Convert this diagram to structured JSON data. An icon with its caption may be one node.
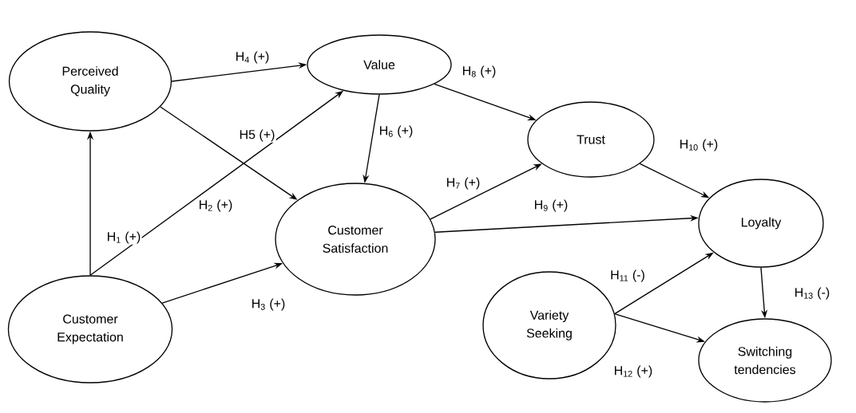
{
  "diagram": {
    "nodes": [
      {
        "text": [
          "Perceived Quality"
        ]
      },
      {
        "text": [
          "Value"
        ]
      },
      {
        "text": [
          "Trust"
        ]
      },
      {
        "text": [
          "Customer Satisfaction"
        ]
      },
      {
        "text": [
          "Loyalty"
        ]
      },
      {
        "text": [
          "Customer Expectation"
        ]
      },
      {
        "text": [
          "Variety Seeking"
        ]
      },
      {
        "text": [
          "Switching tendencies"
        ]
      }
    ],
    "edges": [
      {
        "from": 0,
        "to": 1,
        "arrow": "to",
        "label": "H$_{4}$ (+)"
      },
      {
        "from": 0,
        "to": 3,
        "arrow": "to",
        "label": "H5 (+)"
      },
      {
        "from": 5,
        "to": 0,
        "arrow": "to",
        "label": "H$_{1}$ (+)"
      },
      {
        "from": 5,
        "to": 1,
        "arrow": "to",
        "label": "H$_{2}$ (+)"
      },
      {
        "from": 5,
        "to": 3,
        "arrow": "to",
        "label": "H$_{3}$ (+)"
      },
      {
        "from": 1,
        "to": 3,
        "arrow": "to",
        "label": "H$_{6}$ (+)"
      },
      {
        "from": 1,
        "to": 2,
        "arrow": "to",
        "label": "H$_{8}$ (+)"
      },
      {
        "from": 3,
        "to": 2,
        "arrow": "to",
        "label": "H$_{7}$ (+)"
      },
      {
        "from": 3,
        "to": 4,
        "arrow": "to",
        "label": "H$_{9}$ (+)"
      },
      {
        "from": 2,
        "to": 4,
        "arrow": "to",
        "label": "H$_{10}$ (+)"
      },
      {
        "from": 6,
        "to": 4,
        "arrow": "to",
        "label": "H$_{11}$ (-)"
      },
      {
        "from": 6,
        "to": 7,
        "arrow": "to",
        "label": "H$_{12}$ (+)"
      },
      {
        "from": 4,
        "to": 7,
        "arrow": "to",
        "label": "H$_{13}$ (-)"
      }
    ]
  }
}
